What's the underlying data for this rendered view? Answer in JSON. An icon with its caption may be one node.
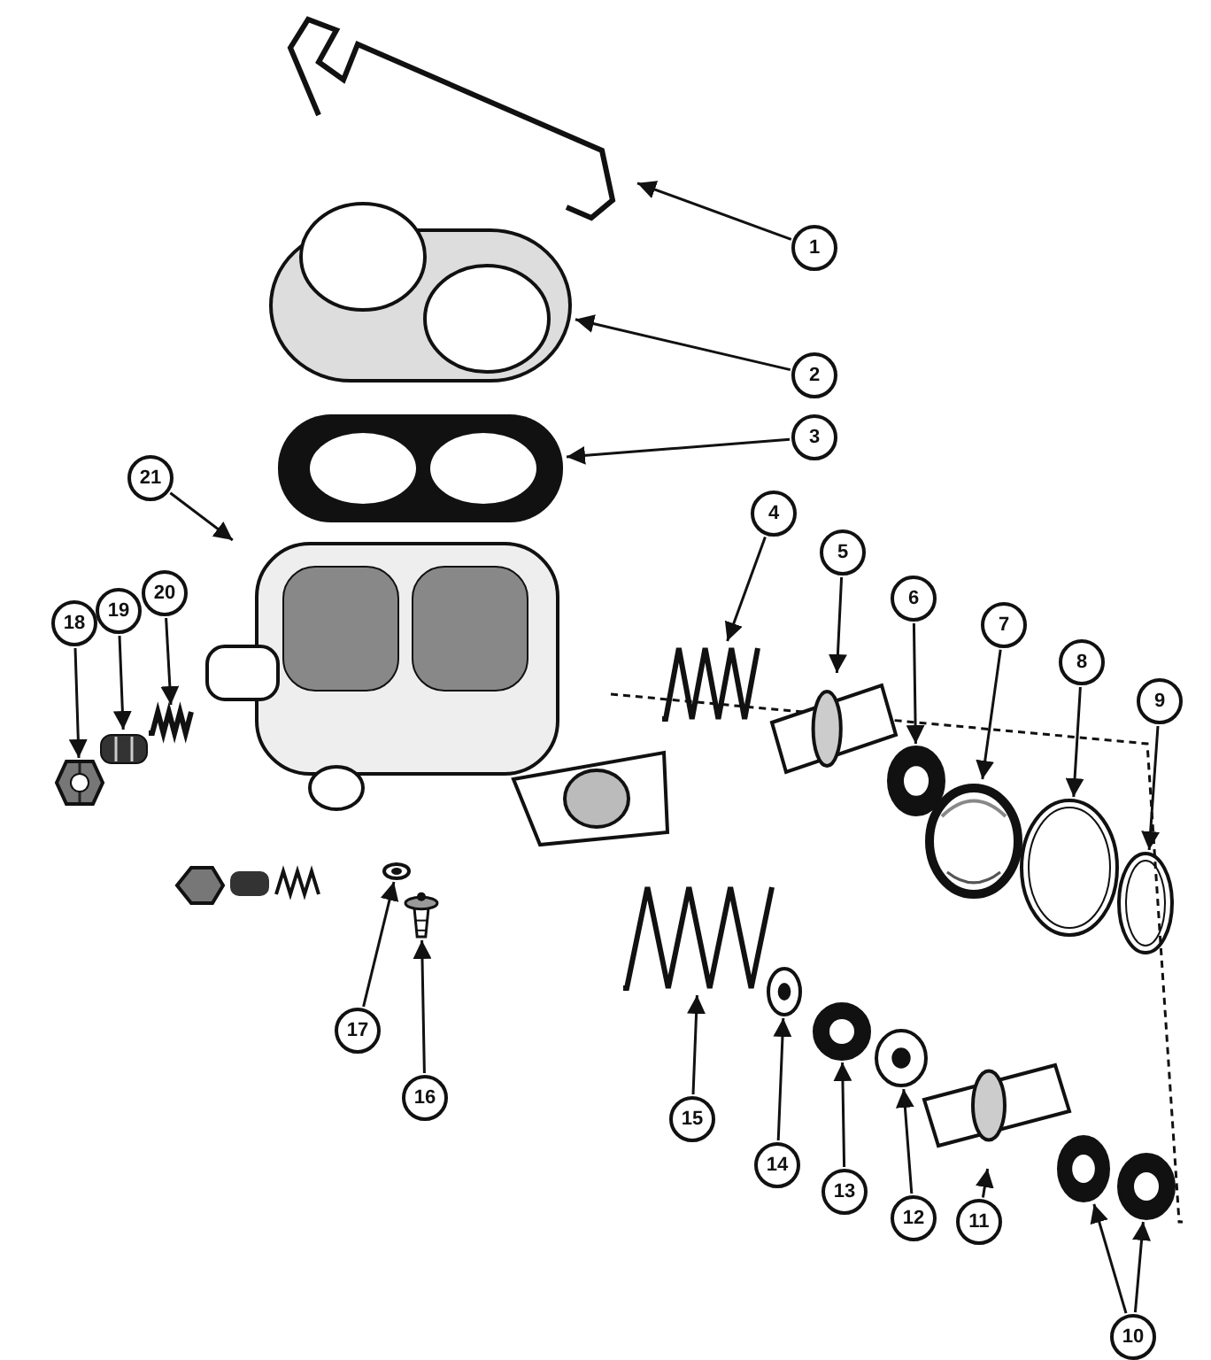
{
  "diagram": {
    "nodes": [
      {
        "text": [
          "1"
        ]
      },
      {
        "text": [
          "2"
        ]
      },
      {
        "text": [
          "3"
        ]
      },
      {
        "text": [
          "21"
        ]
      },
      {
        "text": [
          "4"
        ]
      },
      {
        "text": [
          "5"
        ]
      },
      {
        "text": [
          "6"
        ]
      },
      {
        "text": [
          "18"
        ]
      },
      {
        "text": [
          "19"
        ]
      },
      {
        "text": [
          "20"
        ]
      },
      {
        "text": [
          "7"
        ]
      },
      {
        "text": [
          "8"
        ]
      },
      {
        "text": [
          "9"
        ]
      },
      {
        "text": [
          "17"
        ]
      },
      {
        "text": [
          "16"
        ]
      },
      {
        "text": [
          "15"
        ]
      },
      {
        "text": [
          "14"
        ]
      },
      {
        "text": [
          "13"
        ]
      },
      {
        "text": [
          "12"
        ]
      },
      {
        "text": [
          "11"
        ]
      },
      {
        "text": [
          "10"
        ]
      },
      {
        "text": [],
        "shape": "picture"
      },
      {
        "text": [],
        "shape": "picture"
      },
      {
        "text": [],
        "shape": "picture"
      },
      {
        "text": [],
        "shape": "picture"
      },
      {
        "text": [],
        "shape": "picture"
      },
      {
        "text": [],
        "shape": "picture"
      },
      {
        "text": [],
        "shape": "picture"
      },
      {
        "text": [],
        "shape": "picture"
      },
      {
        "text": [],
        "shape": "picture"
      },
      {
        "text": [],
        "shape": "picture"
      },
      {
        "text": [],
        "shape": "picture"
      },
      {
        "text": [],
        "shape": "picture"
      },
      {
        "text": [],
        "shape": "picture"
      },
      {
        "text": [],
        "shape": "picture"
      },
      {
        "text": [],
        "shape": "picture"
      },
      {
        "text": [],
        "shape": "picture"
      },
      {
        "text": [],
        "shape": "picture"
      },
      {
        "text": [],
        "shape": "picture"
      },
      {
        "text": [],
        "shape": "picture"
      },
      {
        "text": [],
        "shape": "picture"
      },
      {
        "text": [],
        "shape": "picture"
      },
      {
        "text": [],
        "shape": "picture"
      }
    ],
    "edges": [
      {
        "from": 0,
        "to": 21,
        "arrow": "to"
      },
      {
        "from": 1,
        "to": 22,
        "arrow": "to"
      },
      {
        "from": 2,
        "to": 23,
        "arrow": "to"
      },
      {
        "from": 3,
        "to": 24,
        "arrow": "to"
      },
      {
        "from": 4,
        "to": 25,
        "arrow": "to"
      },
      {
        "from": 5,
        "to": 26,
        "arrow": "to"
      },
      {
        "from": 6,
        "to": 27,
        "arrow": "to"
      },
      {
        "from": 7,
        "to": 31,
        "arrow": "to"
      },
      {
        "from": 8,
        "to": 32,
        "arrow": "to"
      },
      {
        "from": 9,
        "to": 33,
        "arrow": "to"
      },
      {
        "from": 10,
        "to": 28,
        "arrow": "to"
      },
      {
        "from": 11,
        "to": 29,
        "arrow": "to"
      },
      {
        "from": 12,
        "to": 30,
        "arrow": "to"
      },
      {
        "from": 13,
        "to": 34,
        "arrow": "to"
      },
      {
        "from": 14,
        "to": 35,
        "arrow": "to"
      },
      {
        "from": 15,
        "to": 36,
        "arrow": "to"
      },
      {
        "from": 16,
        "to": 37,
        "arrow": "to"
      },
      {
        "from": 17,
        "to": 38,
        "arrow": "to"
      },
      {
        "from": 18,
        "to": 39,
        "arrow": "to"
      },
      {
        "from": 19,
        "to": 40,
        "arrow": "to"
      },
      {
        "from": 20,
        "to": 41,
        "arrow": "to"
      },
      {
        "from": 20,
        "to": 42,
        "arrow": "to"
      }
    ]
  }
}
